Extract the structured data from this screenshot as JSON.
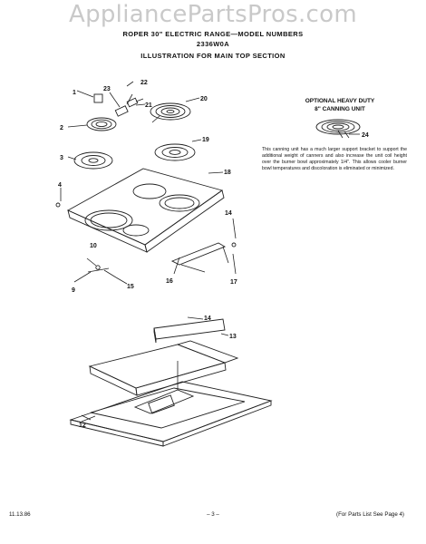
{
  "watermark": "AppliancePartsPros.com",
  "title": {
    "line1": "ROPER 30\" ELECTRIC RANGE—MODEL NUMBERS",
    "line2": "2336W0A",
    "line3": "ILLUSTRATION FOR MAIN TOP SECTION"
  },
  "optional_box": {
    "line1": "OPTIONAL HEAVY DUTY",
    "line2": "8\" CANNING UNIT",
    "part": "24",
    "note": "This canning unit has a much larger support bracket to support the additional weight of canners and also increase the unit coil height over the burner bowl approximately 1/4\". This allows cooler burner bowl temperatures and discoloration is eliminated or minimized."
  },
  "callouts": {
    "c1": "1",
    "c2": "2",
    "c3": "3",
    "c4": "4",
    "c9": "9",
    "c10": "10",
    "c12": "12",
    "c13": "13",
    "c14a": "14",
    "c14b": "14",
    "c15": "15",
    "c16": "16",
    "c17": "17",
    "c18": "18",
    "c19": "19",
    "c20": "20",
    "c21": "21",
    "c22": "22",
    "c23": "23"
  },
  "footer": {
    "date": "11.13.86",
    "page": "– 3 –",
    "ref": "(For Parts List See Page 4)"
  }
}
